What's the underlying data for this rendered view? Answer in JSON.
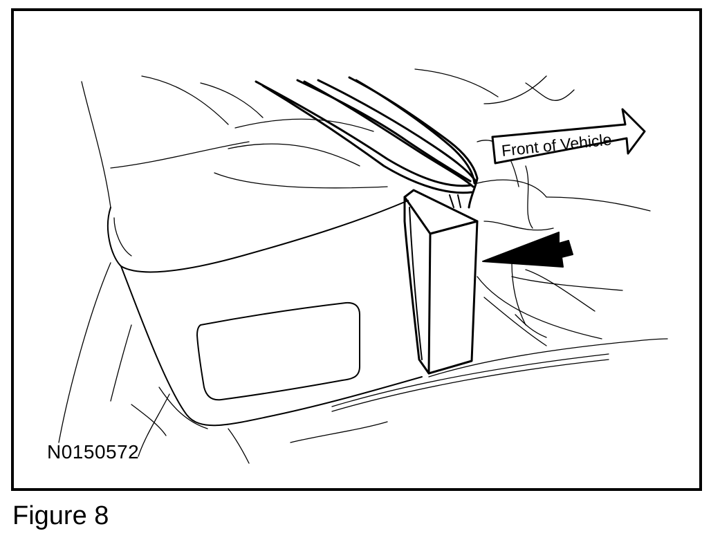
{
  "figure": {
    "caption": "Figure 8",
    "part_number": "N0150572",
    "arrow_label": "Front of Vehicle"
  },
  "colors": {
    "ink": "#000000",
    "paper": "#ffffff"
  }
}
